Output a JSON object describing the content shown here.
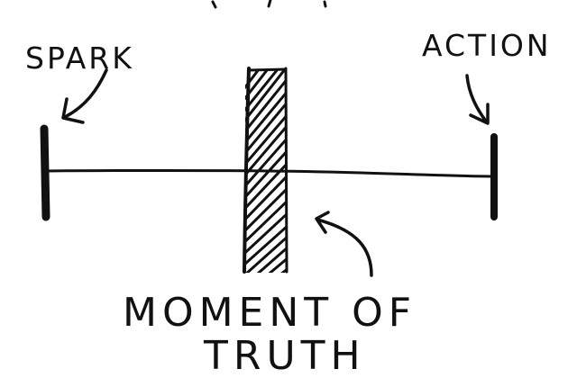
{
  "labels": {
    "start": "SPARK",
    "end": "ACTION",
    "middle_line1": "MOMENT OF",
    "middle_line2": "TRUTH"
  },
  "ink_color": "#111111"
}
